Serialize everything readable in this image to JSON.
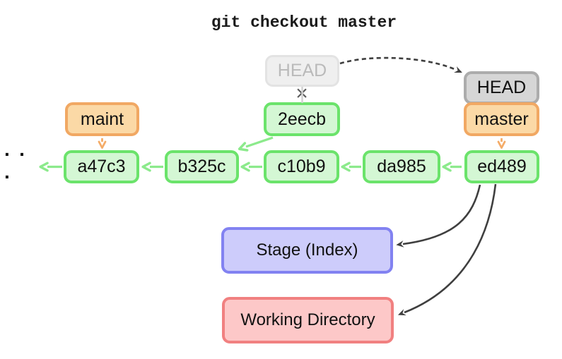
{
  "title": "git checkout master",
  "diagram": {
    "ellipsis": "· · ·",
    "refs": {
      "old_head": "HEAD",
      "head": "HEAD",
      "master": "master",
      "maint": "maint"
    },
    "detached_commit": "2eecb",
    "commits": [
      "a47c3",
      "b325c",
      "c10b9",
      "da985",
      "ed489"
    ],
    "areas": {
      "stage": "Stage (Index)",
      "working_directory": "Working Directory"
    }
  },
  "icons": {
    "broken_link": "×"
  },
  "colors": {
    "green-fill": "#d4f7d4",
    "green-border": "#6be36b",
    "green-arrow": "#8cea8c",
    "orange-fill": "#fbd9a6",
    "orange-border": "#f1a863",
    "orange-arrow": "#f4ac68",
    "gray-fill": "#d6d6d6",
    "gray-border": "#acacac",
    "faded-fill": "#efefef",
    "faded-border": "#e3e3e3",
    "faded-text": "#bababa",
    "faded-link": "#d2d2d2",
    "stage-fill": "#cdccfb",
    "stage-border": "#8282f1",
    "working-fill": "#fdc8c8",
    "working-border": "#f18080",
    "dark-arrow": "#3f3f3f",
    "cross": "#5c5c5c",
    "text": "#111111"
  }
}
